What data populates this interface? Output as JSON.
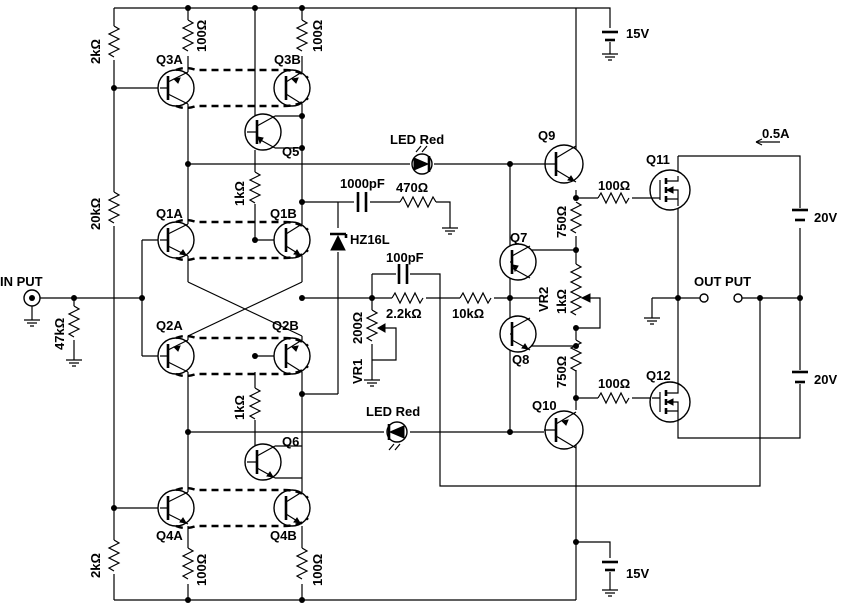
{
  "labels": {
    "supply_pos": "15V",
    "supply_neg": "15V",
    "input": "IN PUT",
    "output": "OUT PUT",
    "batt_top": "20V",
    "batt_bot": "20V",
    "current": "0.5A",
    "led_top": "LED Red",
    "led_bot": "LED Red",
    "zener": "HZ16L",
    "r_2k_top": "2kΩ",
    "r_100_q3a": "100Ω",
    "r_100_q3b": "100Ω",
    "r_20k": "20kΩ",
    "r_1k_top": "1kΩ",
    "c_1000p": "1000pF",
    "r_470": "470Ω",
    "c_100p": "100pF",
    "r_2k2": "2.2kΩ",
    "r_10k": "10kΩ",
    "r_200": "200Ω",
    "vr1": "VR1",
    "r_47k": "47kΩ",
    "r_1k_bot": "1kΩ",
    "r_2k_bot": "2kΩ",
    "r_100_q4a": "100Ω",
    "r_100_q4b": "100Ω",
    "r_750_top": "750Ω",
    "r_750_bot": "750Ω",
    "vr2": "VR2",
    "vr2_val": "1kΩ",
    "r_100_q11": "100Ω",
    "r_100_q12": "100Ω"
  },
  "transistors": {
    "q3a": "Q3A",
    "q3b": "Q3B",
    "q5": "Q5",
    "q1a": "Q1A",
    "q1b": "Q1B",
    "q2a": "Q2A",
    "q2b": "Q2B",
    "q6": "Q6",
    "q4a": "Q4A",
    "q4b": "Q4B",
    "q7": "Q7",
    "q8": "Q8",
    "q9": "Q9",
    "q10": "Q10",
    "q11": "Q11",
    "q12": "Q12"
  }
}
